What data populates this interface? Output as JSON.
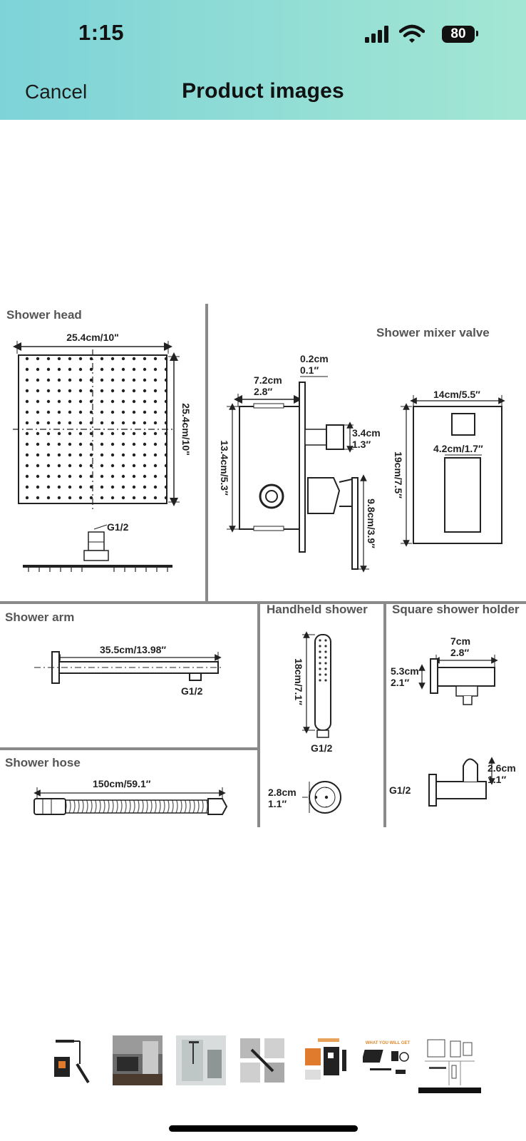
{
  "status_bar": {
    "time": "1:15",
    "battery": "80"
  },
  "nav": {
    "cancel_label": "Cancel",
    "title": "Product images"
  },
  "diagram": {
    "sections": {
      "shower_head": "Shower head",
      "mixer_valve": "Shower mixer valve",
      "shower_arm": "Shower arm",
      "handheld_shower": "Handheld shower",
      "square_holder": "Square shower holder",
      "shower_hose": "Shower hose"
    },
    "dims": {
      "head_width": "25.4cm/10\"",
      "head_height": "25.4cm/10\"",
      "head_thread": "G1/2",
      "valve_plate_thk_cm": "0.2cm",
      "valve_plate_thk_in": "0.1″",
      "valve_depth_cm": "7.2cm",
      "valve_depth_in": "2.8″",
      "valve_height": "13.4cm/5.3″",
      "valve_outlet_cm": "3.4cm",
      "valve_outlet_in": "1.3″",
      "valve_handle": "9.8cm/3.9″",
      "plate_width": "14cm/5.5″",
      "plate_height": "19cm/7.5″",
      "plate_slot": "4.2cm/1.7″",
      "arm_length": "35.5cm/13.98″",
      "arm_thread": "G1/2",
      "hand_length": "18cm/7.1″",
      "hand_thread": "G1/2",
      "hand_dia_cm": "2.8cm",
      "hand_dia_in": "1.1″",
      "holder_w_cm": "7cm",
      "holder_w_in": "2.8″",
      "holder_h_cm": "5.3cm",
      "holder_h_in": "2.1″",
      "holder_d_cm": "2.6cm",
      "holder_d_in": "1.1″",
      "holder_thread": "G1/2",
      "hose_length": "150cm/59.1″"
    }
  },
  "thumbnails": [
    {
      "name": "thumb-product-set",
      "selected": false
    },
    {
      "name": "thumb-bathroom-scene",
      "selected": false
    },
    {
      "name": "thumb-shower-room",
      "selected": false
    },
    {
      "name": "thumb-spray-modes",
      "selected": false
    },
    {
      "name": "thumb-features",
      "selected": false
    },
    {
      "name": "thumb-what-you-will-get",
      "selected": false,
      "caption": "WHAT YOU WILL GET"
    },
    {
      "name": "thumb-dimensions",
      "selected": true
    }
  ]
}
